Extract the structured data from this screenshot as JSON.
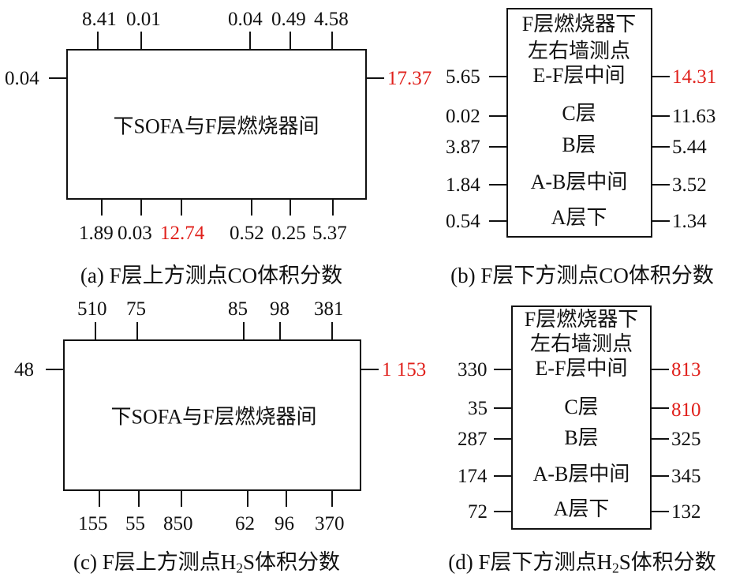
{
  "panels": {
    "a": {
      "caption_prefix": "(a) F层上方测点CO体积分数",
      "center_label": "下SOFA与F层燃烧器间",
      "top_values": [
        "8.41",
        "0.01",
        "0.04",
        "0.49",
        "4.58"
      ],
      "bottom_values": [
        "1.89",
        "0.03",
        "12.74",
        "0.52",
        "0.25",
        "5.37"
      ],
      "left_value": "0.04",
      "right_value": "17.37",
      "highlight_color": "#e0201b"
    },
    "b": {
      "caption": "(b) F层下方测点CO体积分数",
      "box_title_line1": "F层燃烧器下",
      "box_title_line2": "左右墙测点",
      "rows": [
        {
          "name": "E-F层中间",
          "left": "5.65",
          "right": "14.31"
        },
        {
          "name": "C层",
          "left": "0.02",
          "right": "11.63"
        },
        {
          "name": "B层",
          "left": "3.87",
          "right": "5.44"
        },
        {
          "name": "A-B层中间",
          "left": "1.84",
          "right": "3.52"
        },
        {
          "name": "A层下",
          "left": "0.54",
          "right": "1.34"
        }
      ]
    },
    "c": {
      "caption_a": "(c) F层上方测点H",
      "caption_sub": "2",
      "caption_b": "S体积分数",
      "center_label": "下SOFA与F层燃烧器间",
      "top_values": [
        "510",
        "75",
        "85",
        "98",
        "381"
      ],
      "bottom_values": [
        "155",
        "55",
        "850",
        "62",
        "96",
        "370"
      ],
      "left_value": "48",
      "right_value": "1 153"
    },
    "d": {
      "caption_a": "(d) F层下方测点H",
      "caption_sub": "2",
      "caption_b": "S体积分数",
      "box_title_line1": "F层燃烧器下",
      "box_title_line2": "左右墙测点",
      "rows": [
        {
          "name": "E-F层中间",
          "left": "330",
          "right": "813"
        },
        {
          "name": "C层",
          "left": "35",
          "right": "810"
        },
        {
          "name": "B层",
          "left": "287",
          "right": "325"
        },
        {
          "name": "A-B层中间",
          "left": "174",
          "right": "345"
        },
        {
          "name": "A层下",
          "left": "72",
          "right": "132"
        }
      ]
    }
  }
}
